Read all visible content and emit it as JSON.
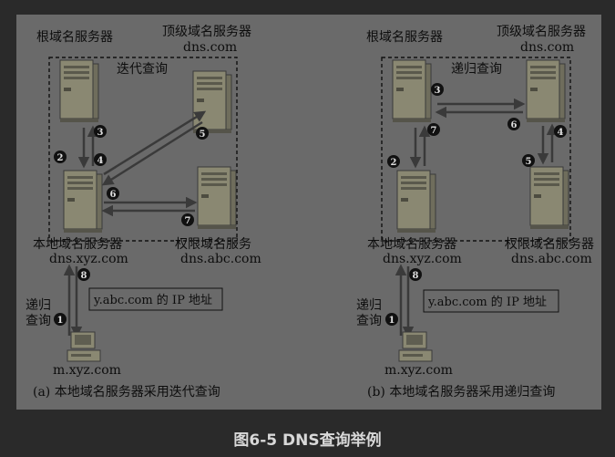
{
  "caption": "图6-5 DNS查询举例",
  "colors": {
    "panel": "#6a6a6a",
    "background": "#2a2a2a",
    "server": "#8a8872",
    "text": "#0d0d0d"
  },
  "panel_a": {
    "root_label": "根域名服务器",
    "top_label": "顶级域名服务器",
    "top_host": "dns.com",
    "mode_label": "迭代查询",
    "local_label": "本地域名服务器",
    "local_host": "dns.xyz.com",
    "auth_label": "权限域名服务",
    "auth_host": "dns.abc.com",
    "query_label_1": "递归",
    "query_label_2": "查询",
    "answer_box": "y.abc.com 的 IP 地址",
    "client_host": "m.xyz.com",
    "subcaption": "(a) 本地域名服务器采用迭代查询",
    "steps": [
      "1",
      "2",
      "3",
      "4",
      "5",
      "6",
      "7",
      "8"
    ]
  },
  "panel_b": {
    "root_label": "根域名服务器",
    "top_label": "顶级域名服务器",
    "top_host": "dns.com",
    "mode_label": "递归查询",
    "local_label": "本地域名服务器",
    "local_host": "dns.xyz.com",
    "auth_label": "权限域名服务器",
    "auth_host": "dns.abc.com",
    "query_label_1": "递归",
    "query_label_2": "查询",
    "answer_box": "y.abc.com 的 IP 地址",
    "client_host": "m.xyz.com",
    "subcaption": "(b) 本地域名服务器采用递归查询",
    "steps": [
      "1",
      "2",
      "3",
      "4",
      "5",
      "6",
      "7",
      "8"
    ]
  }
}
